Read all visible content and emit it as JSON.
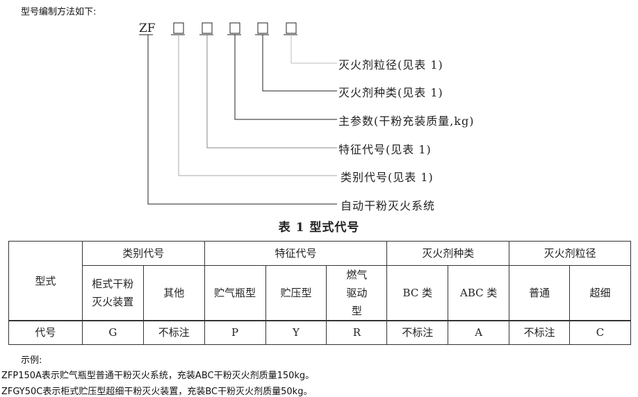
{
  "intro": "型号编制方法如下:",
  "diagram": {
    "prefix": "ZF",
    "labels": [
      "灭火剂粒径(见表 1)",
      "灭火剂种类(见表 1)",
      "主参数(干粉充装质量,kg)",
      "特征代号(见表 1)",
      "类别代号(见表 1)",
      "自动干粉灭火系统"
    ]
  },
  "table": {
    "title": "表 1  型式代号",
    "row_header": "型式",
    "code_header": "代号",
    "groups": [
      "类别代号",
      "特征代号",
      "灭火剂种类",
      "灭火剂粒径"
    ],
    "types": [
      "柜式干粉灭火装置",
      "其他",
      "贮气瓶型",
      "贮压型",
      "燃气驱动型",
      "BC 类",
      "ABC 类",
      "普通",
      "超细"
    ],
    "codes": [
      "G",
      "不标注",
      "P",
      "Y",
      "R",
      "不标注",
      "A",
      "不标注",
      "C"
    ]
  },
  "example": {
    "heading": "示例:",
    "lines": [
      "ZFP150A表示贮气瓶型普通干粉灭火系统，充装ABC干粉灭火剂质量150kg。",
      "ZFGY50C表示柜式贮压型超细干粉灭火装置，充装BC干粉灭火剂质量50kg。"
    ]
  }
}
